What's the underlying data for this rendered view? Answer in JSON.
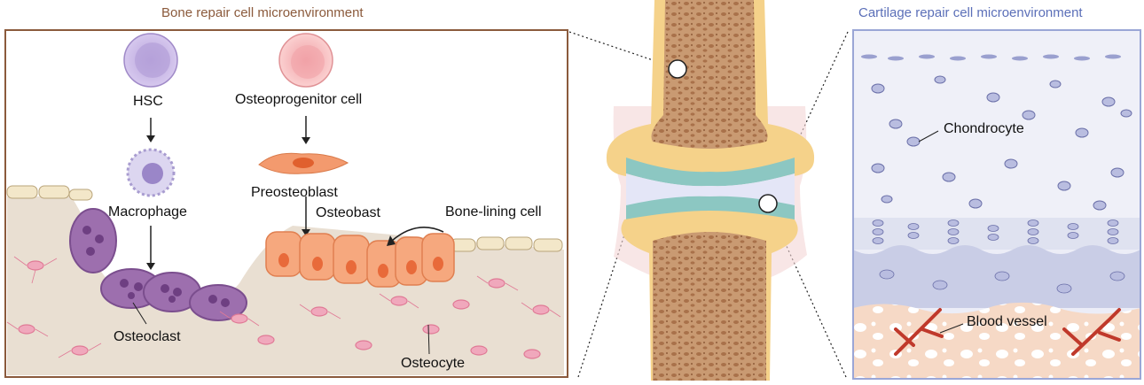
{
  "bone_panel": {
    "title": "Bone repair cell microenvironment",
    "title_color": "#8b5a3c",
    "border_color": "#8b5a3c",
    "labels": {
      "hsc": "HSC",
      "macrophage": "Macrophage",
      "osteoclast": "Osteoclast",
      "osteoprogenitor": "Osteoprogenitor cell",
      "preosteoblast": "Preosteoblast",
      "osteoblast": "Osteobast",
      "bone_lining": "Bone-lining cell",
      "osteocyte": "Osteocyte"
    }
  },
  "cartilage_panel": {
    "title": "Cartilage repair cell microenvironment",
    "title_color": "#5b6fb8",
    "border_color": "#9aa6d6",
    "labels": {
      "chondrocyte": "Chondrocyte",
      "blood_vessel": "Blood vessel"
    }
  },
  "colors": {
    "bone_matrix": "#e8ddd0",
    "osteoclast": "#9a6aa8",
    "osteoblast": "#f2a27a",
    "osteocyte": "#e57a9a",
    "hsc": "#c9b6e4",
    "osteoprogenitor": "#f6b7b7",
    "cartilage_bg": "#e4e7f4",
    "subchondral": "#f8d9c4",
    "vessel": "#c0392b"
  }
}
